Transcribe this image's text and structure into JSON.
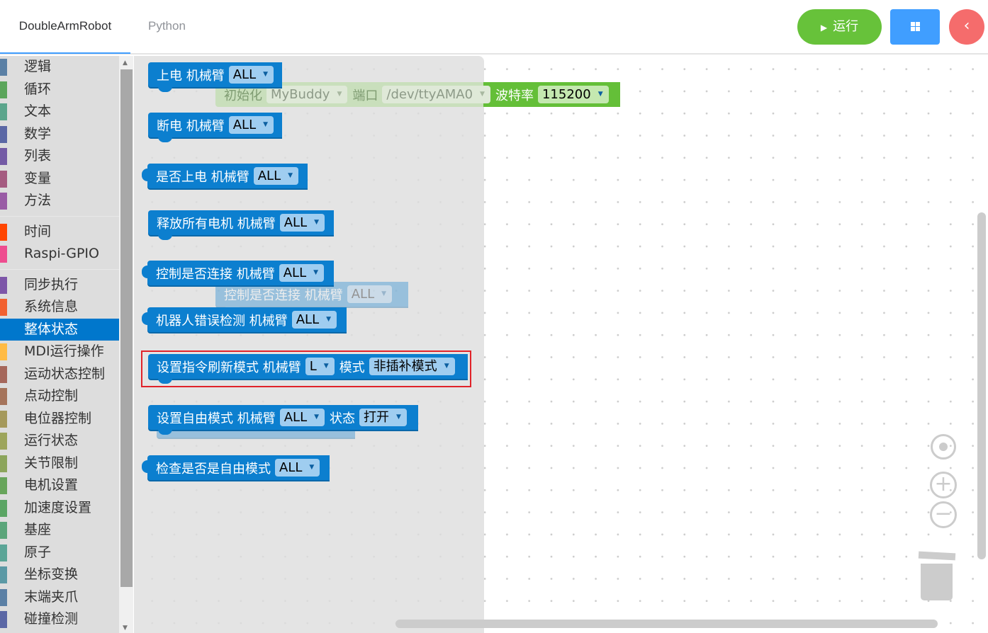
{
  "header": {
    "tabs": [
      {
        "label": "DoubleArmRobot",
        "active": true
      },
      {
        "label": "Python",
        "active": false
      }
    ],
    "run_label": "运行",
    "run_icon": "play-icon",
    "grid_icon": "grid-icon",
    "back_icon": "chevron-left-icon"
  },
  "sidebar": {
    "groups": [
      [
        {
          "label": "逻辑",
          "color": "#5b80a5"
        },
        {
          "label": "循环",
          "color": "#5ba55b"
        },
        {
          "label": "文本",
          "color": "#5ba58c"
        },
        {
          "label": "数学",
          "color": "#5b67a5"
        },
        {
          "label": "列表",
          "color": "#745ba5"
        },
        {
          "label": "变量",
          "color": "#a55b80"
        },
        {
          "label": "方法",
          "color": "#995ba5"
        }
      ],
      [
        {
          "label": "时间",
          "color": "#ff4500"
        },
        {
          "label": "Raspi-GPIO",
          "color": "#ee4d8f"
        }
      ],
      [
        {
          "label": "同步执行",
          "color": "#7d56a8"
        },
        {
          "label": "系统信息",
          "color": "#f26130"
        },
        {
          "label": "整体状态",
          "color": "#0077cc",
          "selected": true
        },
        {
          "label": "MDI运行操作",
          "color": "#ffbb44"
        },
        {
          "label": "运动状态控制",
          "color": "#a5675b"
        },
        {
          "label": "点动控制",
          "color": "#a5745b"
        },
        {
          "label": "电位器控制",
          "color": "#a5995b"
        },
        {
          "label": "运行状态",
          "color": "#9da55b"
        },
        {
          "label": "关节限制",
          "color": "#8ca55b"
        },
        {
          "label": "电机设置",
          "color": "#68a55b"
        },
        {
          "label": "加速度设置",
          "color": "#5ba564"
        },
        {
          "label": "基座",
          "color": "#5ba57a"
        },
        {
          "label": "原子",
          "color": "#5ba597"
        },
        {
          "label": "坐标变换",
          "color": "#5b99a5"
        },
        {
          "label": "末端夹爪",
          "color": "#5b80a5"
        },
        {
          "label": "碰撞检测",
          "color": "#5b67a5"
        }
      ]
    ]
  },
  "workspace": {
    "init_block": {
      "label": "初始化",
      "board": "MyBuddy",
      "port_label": "端口",
      "port": "/dev/ttyAMA0",
      "baud_label": "波特率",
      "baud": "115200"
    }
  },
  "flyout": {
    "blocks": [
      {
        "label": "上电 机械臂",
        "arm": "ALL"
      },
      {
        "label": "断电 机械臂",
        "arm": "ALL"
      },
      {
        "label": "是否上电 机械臂",
        "arm": "ALL"
      },
      {
        "label": "释放所有电机 机械臂",
        "arm": "ALL"
      },
      {
        "label": "控制是否连接 机械臂",
        "arm": "ALL"
      },
      {
        "label": "机器人错误检测 机械臂",
        "arm": "ALL"
      },
      {
        "label": "设置指令刷新模式 机械臂",
        "arm": "L",
        "mode_label": "模式",
        "mode": "非插补模式"
      },
      {
        "label": "设置自由模式 机械臂",
        "arm": "ALL",
        "state_label": "状态",
        "state": "打开"
      },
      {
        "label": "检查是否是自由模式",
        "arm": "ALL"
      }
    ],
    "drag_ghost": {
      "label": "控制是否连接 机械臂",
      "arm": "ALL"
    }
  },
  "colors": {
    "block": "#0c7fcf",
    "highlight": "#e0232a",
    "run": "#67c23a"
  }
}
